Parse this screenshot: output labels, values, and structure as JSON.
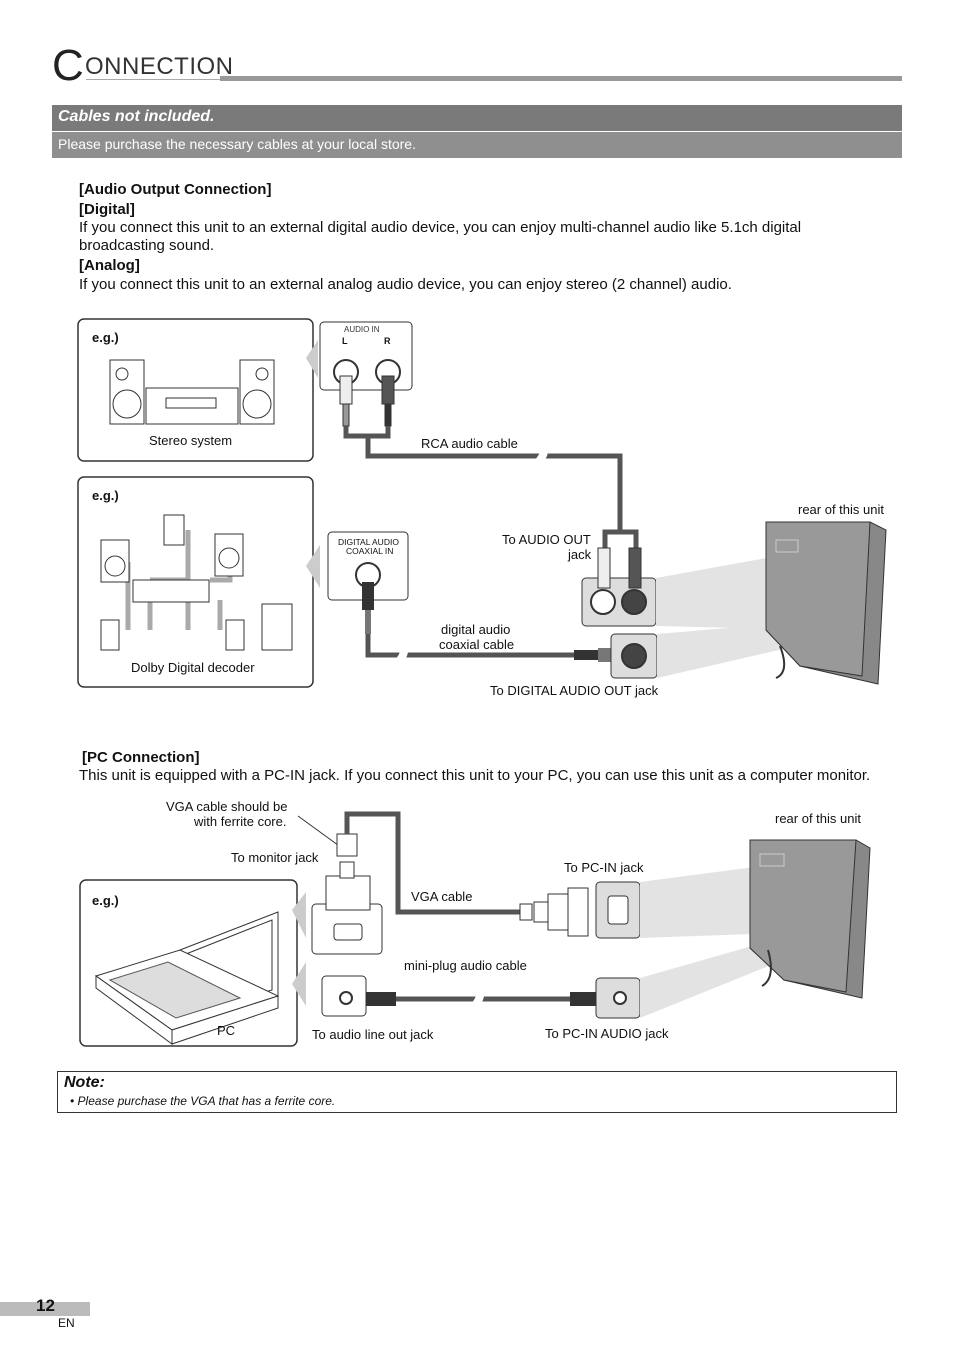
{
  "header": {
    "title_initial": "C",
    "title_rest": "ONNECTION"
  },
  "cables": {
    "heading": "Cables not included.",
    "subtext": "Please purchase the necessary cables at your local store."
  },
  "audio": {
    "heading": "[Audio Output Connection]",
    "digital_heading": "[Digital]",
    "digital_text_1": "If you connect this unit to an external digital audio device, you can enjoy multi-channel audio like 5.1ch digital",
    "digital_text_2": "broadcasting sound.",
    "analog_heading": "[Analog]",
    "analog_text": "If you connect this unit to an external analog audio device, you can enjoy stereo (2 channel) audio."
  },
  "diagram1": {
    "eg1": "e.g.)",
    "stereo_label": "Stereo system",
    "audio_in": "AUDIO IN",
    "l": "L",
    "r": "R",
    "rca_cable": "RCA audio cable",
    "eg2": "e.g.)",
    "dolby_label": "Dolby Digital decoder",
    "digital_in_1": "DIGITAL AUDIO",
    "digital_in_2": "COAXIAL IN",
    "to_audio_out_1": "To AUDIO OUT",
    "to_audio_out_2": "jack",
    "coax_1": "digital audio",
    "coax_2": "coaxial cable",
    "to_digital_out": "To DIGITAL AUDIO OUT jack",
    "rear_unit": "rear of this unit"
  },
  "pc": {
    "heading": "[PC Connection]",
    "text": "This unit is equipped with a PC-IN jack. If you connect this unit to your PC, you can use this unit as a computer monitor."
  },
  "diagram2": {
    "ferrite_1": "VGA cable should be",
    "ferrite_2": "with ferrite core.",
    "to_monitor": "To monitor jack",
    "vga_cable": "VGA cable",
    "to_pc_in": "To PC-IN jack",
    "rear_unit": "rear of this unit",
    "eg": "e.g.)",
    "mini_plug": "mini-plug audio cable",
    "pc_label": "PC",
    "to_line_out": "To audio line out jack",
    "to_pc_audio": "To PC-IN AUDIO jack"
  },
  "note": {
    "title": "Note:",
    "item": "Please purchase the VGA that has a ferrite core."
  },
  "footer": {
    "page": "12",
    "lang": "EN"
  }
}
